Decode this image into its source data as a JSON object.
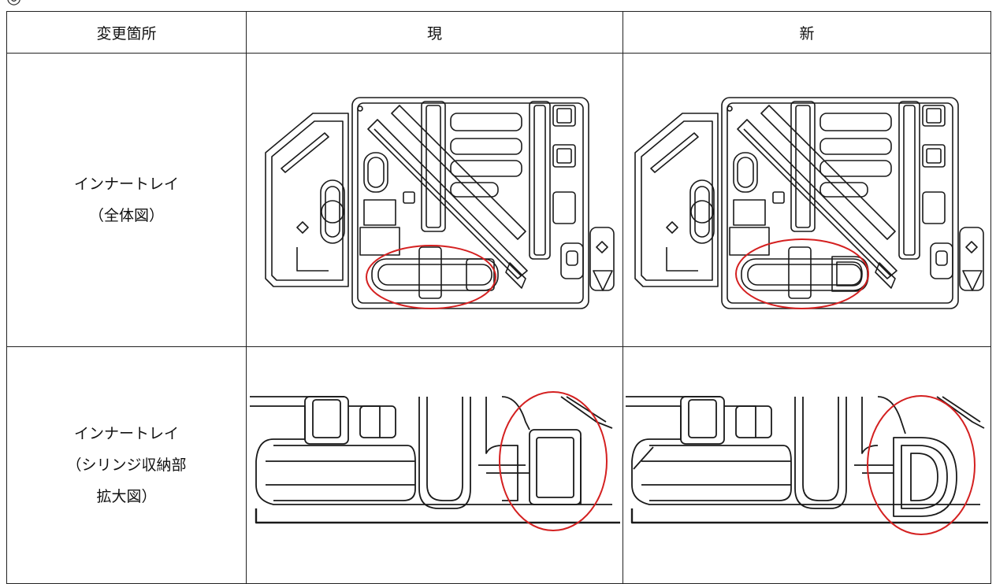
{
  "table": {
    "headers": {
      "location": "変更箇所",
      "current": "現",
      "new": "新"
    },
    "rows": [
      {
        "label_lines": [
          "インナートレイ",
          "（全体図）"
        ]
      },
      {
        "label_lines": [
          "インナートレイ",
          "（シリンジ収納部",
          "拡大図）"
        ]
      }
    ]
  },
  "colors": {
    "border": "#222222",
    "drawing": "#1a1a1a",
    "highlight": "#d42020"
  },
  "icons": [
    "tray-overview-drawing",
    "syringe-compartment-drawing",
    "highlight-ellipse"
  ]
}
